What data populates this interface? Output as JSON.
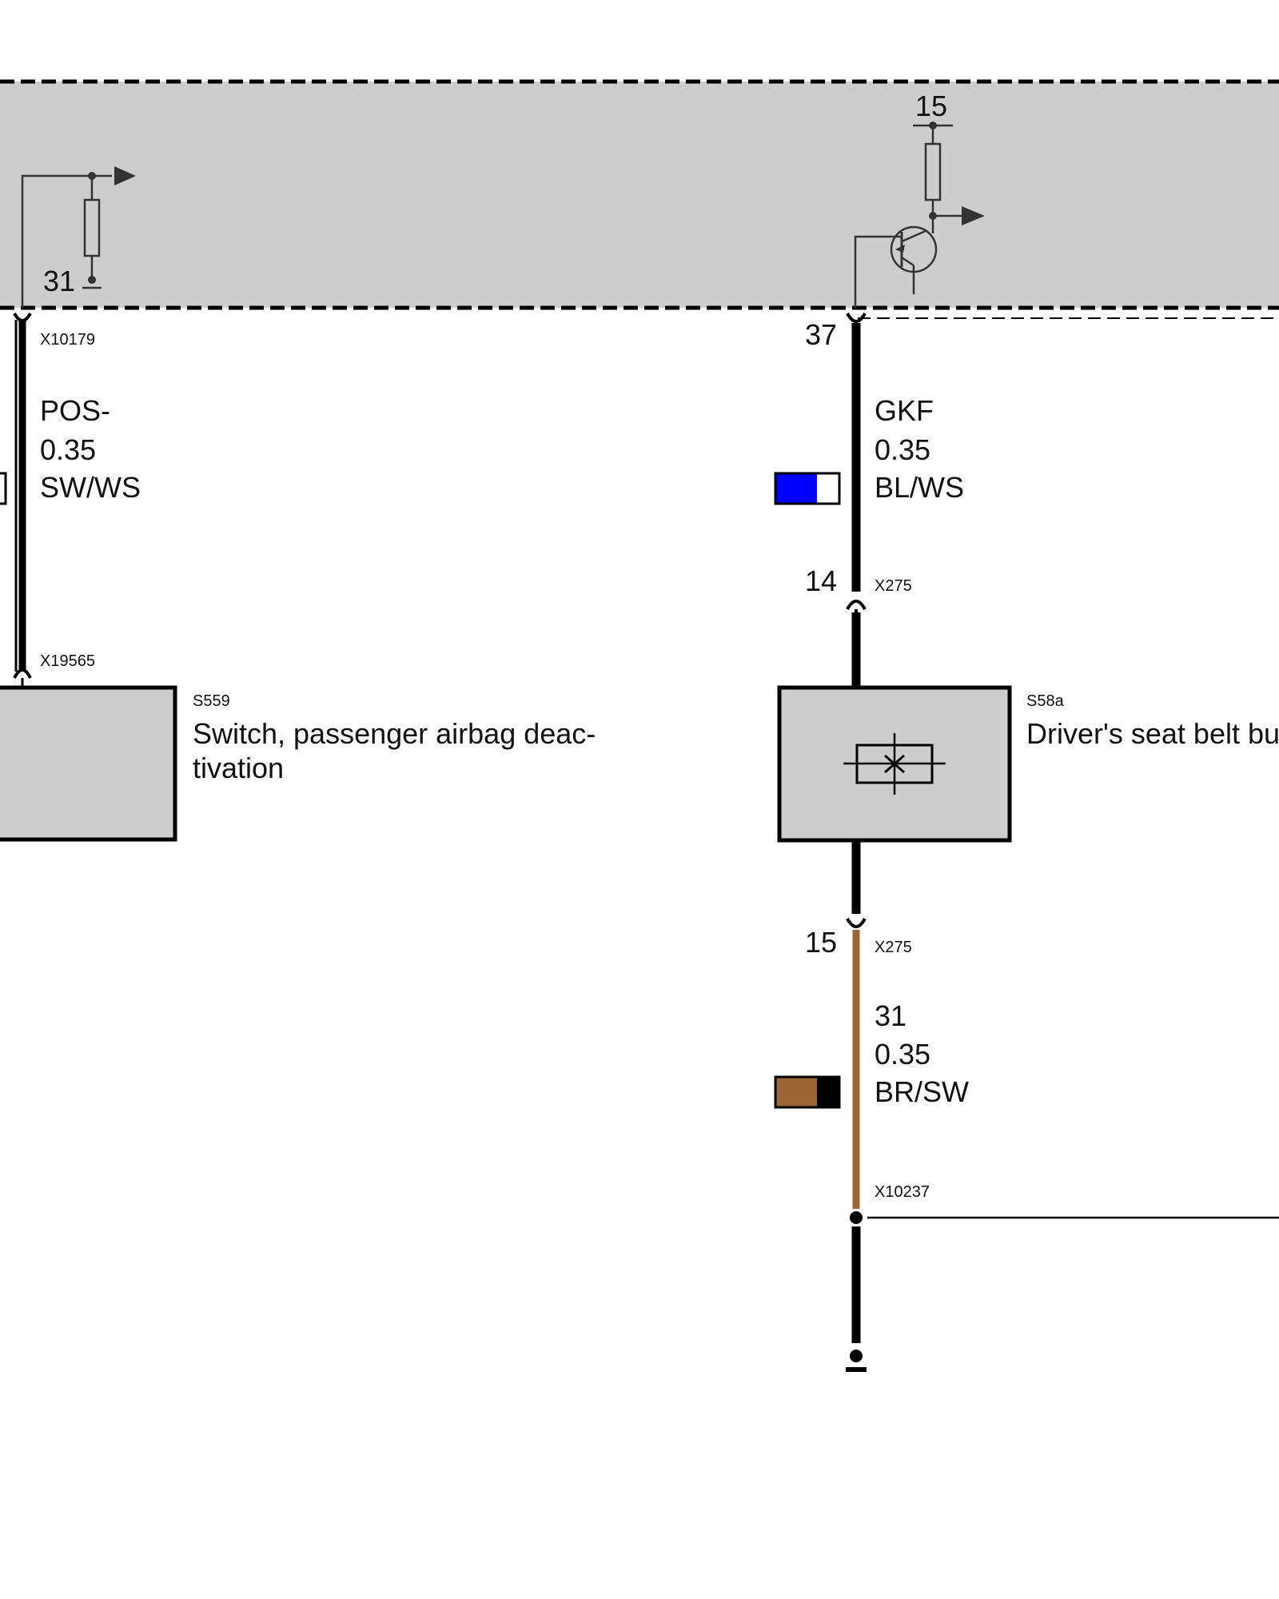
{
  "colors": {
    "module_fill": "#cdcdcd",
    "wire_black": "#000000",
    "wire_brown": "#9b6535",
    "blue": "#0000ff",
    "white": "#ffffff"
  },
  "module": {
    "left_ground_label": "31",
    "right_supply_label": "15"
  },
  "left_circuit": {
    "top_connector": "X10179",
    "wire_name": "POS-",
    "wire_size": "0.35",
    "wire_color_code": "SW/WS",
    "bottom_connector": "X19565",
    "component_id": "S559",
    "component_name_line1": "Switch, passenger airbag deac-",
    "component_name_line2": "tivation"
  },
  "right_circuit": {
    "module_pin": "37",
    "wire_name": "GKF",
    "wire_size": "0.35",
    "wire_color_code": "BL/WS",
    "upper_pin": "14",
    "upper_connector": "X275",
    "component_id": "S58a",
    "component_name": "Driver's seat belt bu",
    "lower_pin": "15",
    "lower_connector": "X275",
    "ground_wire_name": "31",
    "ground_wire_size": "0.35",
    "ground_wire_color_code": "BR/SW",
    "splice_connector": "X10237"
  },
  "icons": [
    "resistor-icon",
    "transistor-icon",
    "signal-arrow-icon",
    "ground-icon",
    "switch-contact-icon",
    "connector-icon",
    "color-swatch-icon"
  ]
}
